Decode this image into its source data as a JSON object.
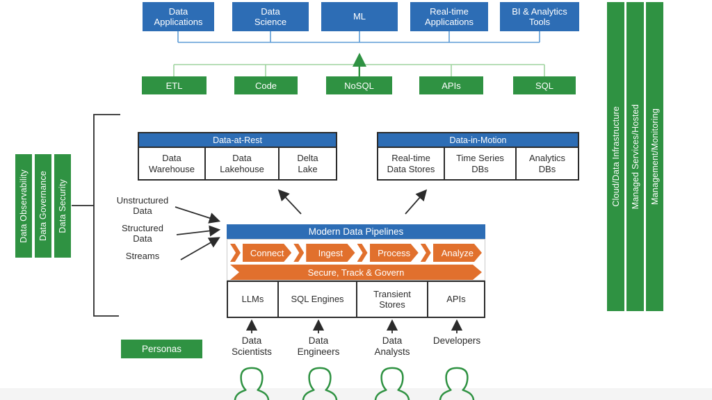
{
  "colors": {
    "blue": "#2d6db5",
    "blue_line": "#5b9bd5",
    "green": "#2f9242",
    "green_line": "#6abf69",
    "orange": "#e1702d",
    "ink": "#2b2b2b",
    "footer_strip": "#f4f4f4"
  },
  "top_apps": {
    "items": [
      "Data\nApplications",
      "Data\nScience",
      "ML",
      "Real-time\nApplications",
      "BI & Analytics\nTools"
    ]
  },
  "tools": {
    "items": [
      "ETL",
      "Code",
      "NoSQL",
      "APIs",
      "SQL"
    ]
  },
  "left_pillars": {
    "items": [
      "Data Observability",
      "Data Governance",
      "Data Security"
    ]
  },
  "right_pillars": {
    "items": [
      "Cloud/Data Infrastructure",
      "Managed Services/Hosted",
      "Management/Monitoring"
    ]
  },
  "data_at_rest": {
    "title": "Data-at-Rest",
    "cells": [
      "Data\nWarehouse",
      "Data\nLakehouse",
      "Delta\nLake"
    ]
  },
  "data_in_motion": {
    "title": "Data-in-Motion",
    "cells": [
      "Real-time\nData Stores",
      "Time Series\nDBs",
      "Analytics\nDBs"
    ]
  },
  "pipeline": {
    "title": "Modern Data Pipelines",
    "stages": [
      "Connect",
      "Ingest",
      "Process",
      "Analyze"
    ],
    "governance": "Secure, Track & Govern",
    "engines": [
      "LLMs",
      "SQL Engines",
      "Transient\nStores",
      "APIs"
    ]
  },
  "inputs": {
    "items": [
      "Unstructured\nData",
      "Structured\nData",
      "Streams"
    ]
  },
  "personas": {
    "label": "Personas",
    "roles": [
      "Data\nScientists",
      "Data\nEngineers",
      "Data\nAnalysts",
      "Developers"
    ]
  }
}
